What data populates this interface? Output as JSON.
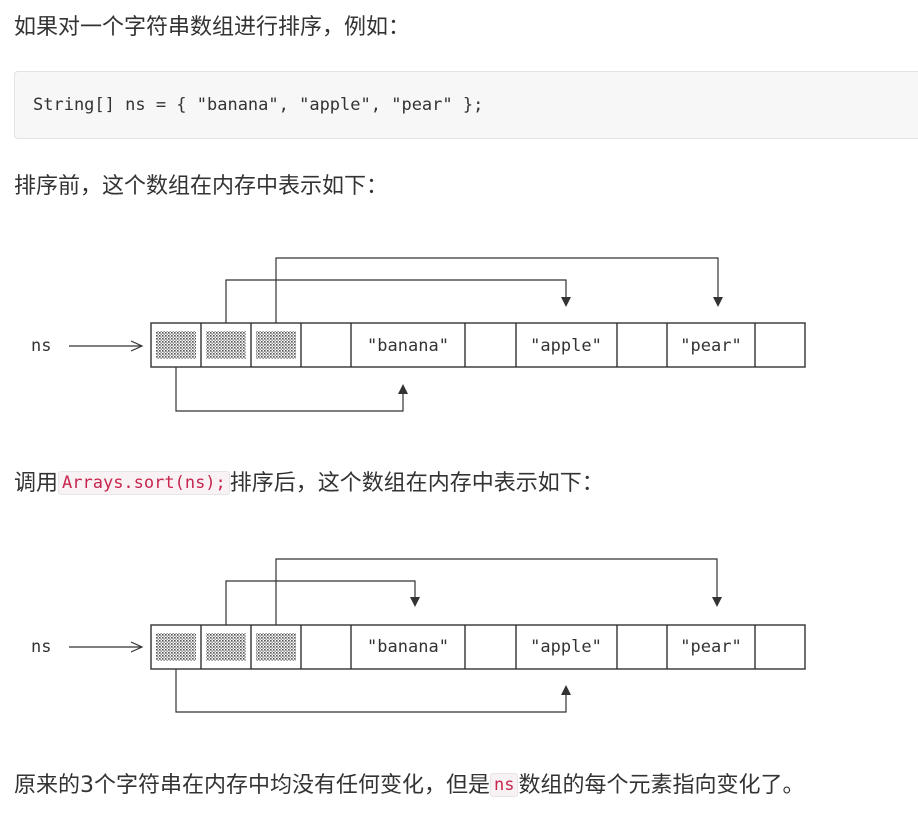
{
  "intro": {
    "text": "如果对一个字符串数组进行排序，例如："
  },
  "code": {
    "line": "String[] ns = { \"banana\", \"apple\", \"pear\" };"
  },
  "before": {
    "text": "排序前，这个数组在内存中表示如下："
  },
  "after": {
    "prefix": "调用",
    "code": "Arrays.sort(ns);",
    "suffix": "排序后，这个数组在内存中表示如下："
  },
  "conclusion": {
    "prefix": "原来的3个字符串在内存中均没有任何变化，但是",
    "code": "ns",
    "suffix": "数组的每个元素指向变化了。"
  },
  "diagram": {
    "var_label": "ns",
    "strings": [
      "\"banana\"",
      "\"apple\"",
      "\"pear\""
    ]
  },
  "colors": {
    "text": "#333333",
    "code_bg": "#f7f7f7",
    "inline_code": "#c7254e"
  }
}
